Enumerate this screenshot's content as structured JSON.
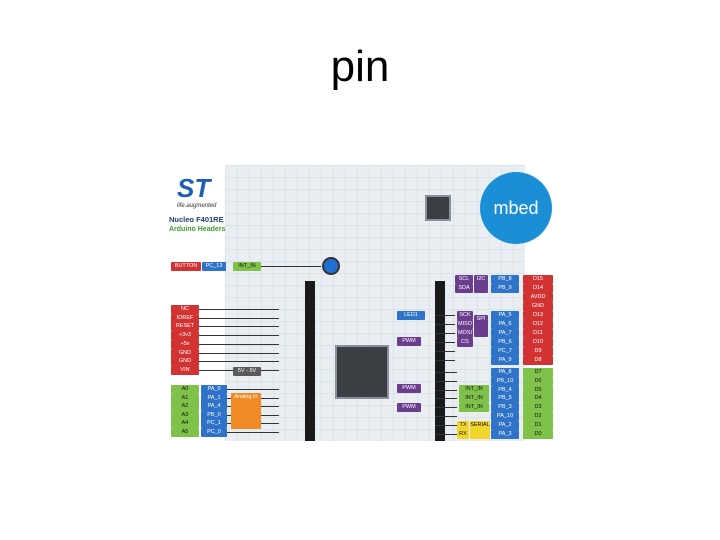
{
  "title": "pin",
  "logo": {
    "brand": "ST",
    "tagline": "life.augmented",
    "board_name": "Nucleo F401RE",
    "headers_label": "Arduino Headers"
  },
  "mbed": "mbed",
  "top": {
    "button": "BUTTON",
    "pin": "PC_13",
    "mode": "INT_IN"
  },
  "power": [
    "NC",
    "IOREF",
    "RESET",
    "+3v3",
    "+5v",
    "GND",
    "GND",
    "VIN"
  ],
  "power_note": "5V - 5V",
  "analog": {
    "arduino": [
      "A0",
      "A1",
      "A2",
      "A3",
      "A4",
      "A5"
    ],
    "pins": [
      "PA_0",
      "PA_1",
      "PA_4",
      "PB_0",
      "PC_1",
      "PC_0"
    ],
    "label": "Analog In"
  },
  "right_top": {
    "pins": [
      "PB_8",
      "PB_9"
    ],
    "arduino": [
      "D15",
      "D14"
    ],
    "labels": [
      "SCL",
      "SDA"
    ],
    "bus": "I2C"
  },
  "right_power": [
    "AVDD",
    "GND"
  ],
  "spi": {
    "pins": [
      "PA_5",
      "PA_6",
      "PA_7",
      "PB_6",
      "PC_7",
      "PA_9"
    ],
    "arduino": [
      "D13",
      "D12",
      "D11",
      "D10",
      "D9",
      "D8"
    ],
    "labels": [
      "SCK",
      "MISO",
      "MOSI",
      "CS"
    ],
    "bus": "SPI"
  },
  "led": "LED1",
  "pwm": [
    "PWM",
    "PWM",
    "PWM"
  ],
  "right_bottom": {
    "pins": [
      "PA_8",
      "PB_10",
      "PB_4",
      "PB_5",
      "PB_3",
      "PA_10",
      "PA_2",
      "PA_3"
    ],
    "arduino": [
      "D7",
      "D6",
      "D5",
      "D4",
      "D3",
      "D2",
      "D1",
      "D0"
    ],
    "int": [
      "INT_IN",
      "INT_IN",
      "INT_IN"
    ],
    "serial": [
      "TX",
      "RX"
    ],
    "serial_label": "SERIAL"
  },
  "colors": {
    "arduino": "#d23232",
    "mcu_pin": "#2e73c8",
    "mode": "#7fc24a",
    "pwm": "#6a3d8f",
    "analog": "#f08a24",
    "serial": "#f2d52b",
    "mbed": "#1a8fd6"
  }
}
